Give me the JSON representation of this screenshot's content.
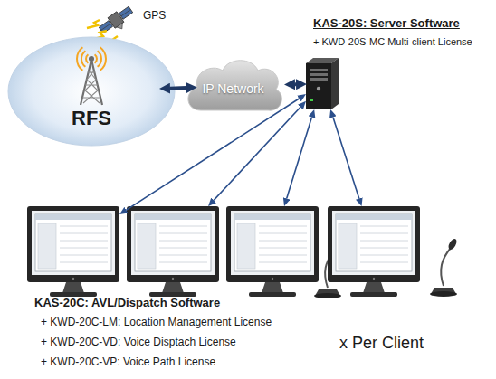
{
  "diagram": {
    "nodes": [
      {
        "text": [
          "RFS"
        ]
      },
      {
        "text": [
          "IP Network"
        ]
      },
      {
        "text": [
          "KAS-20S: Server Software",
          "+ KWD-20S-MC Multi-client License"
        ]
      },
      {
        "text": []
      },
      {
        "text": []
      },
      {
        "text": []
      },
      {
        "text": []
      }
    ],
    "edges": [
      {
        "from": 0,
        "to": 1,
        "arrow": "both"
      },
      {
        "from": 1,
        "to": 2,
        "arrow": "both"
      },
      {
        "from": 2,
        "to": 3,
        "arrow": "both"
      },
      {
        "from": 2,
        "to": 4,
        "arrow": "both"
      },
      {
        "from": 2,
        "to": 5,
        "arrow": "both"
      },
      {
        "from": 2,
        "to": 6,
        "arrow": "both"
      }
    ],
    "labels": [
      "GPS",
      "KAS-20C: AVL/Dispatch Software",
      "+ KWD-20C-LM: Location Management License",
      "+ KWD-20C-VD: Voice Disptach License",
      "+ KWD-20C-VP: Voice Path License",
      "x Per Client"
    ]
  }
}
